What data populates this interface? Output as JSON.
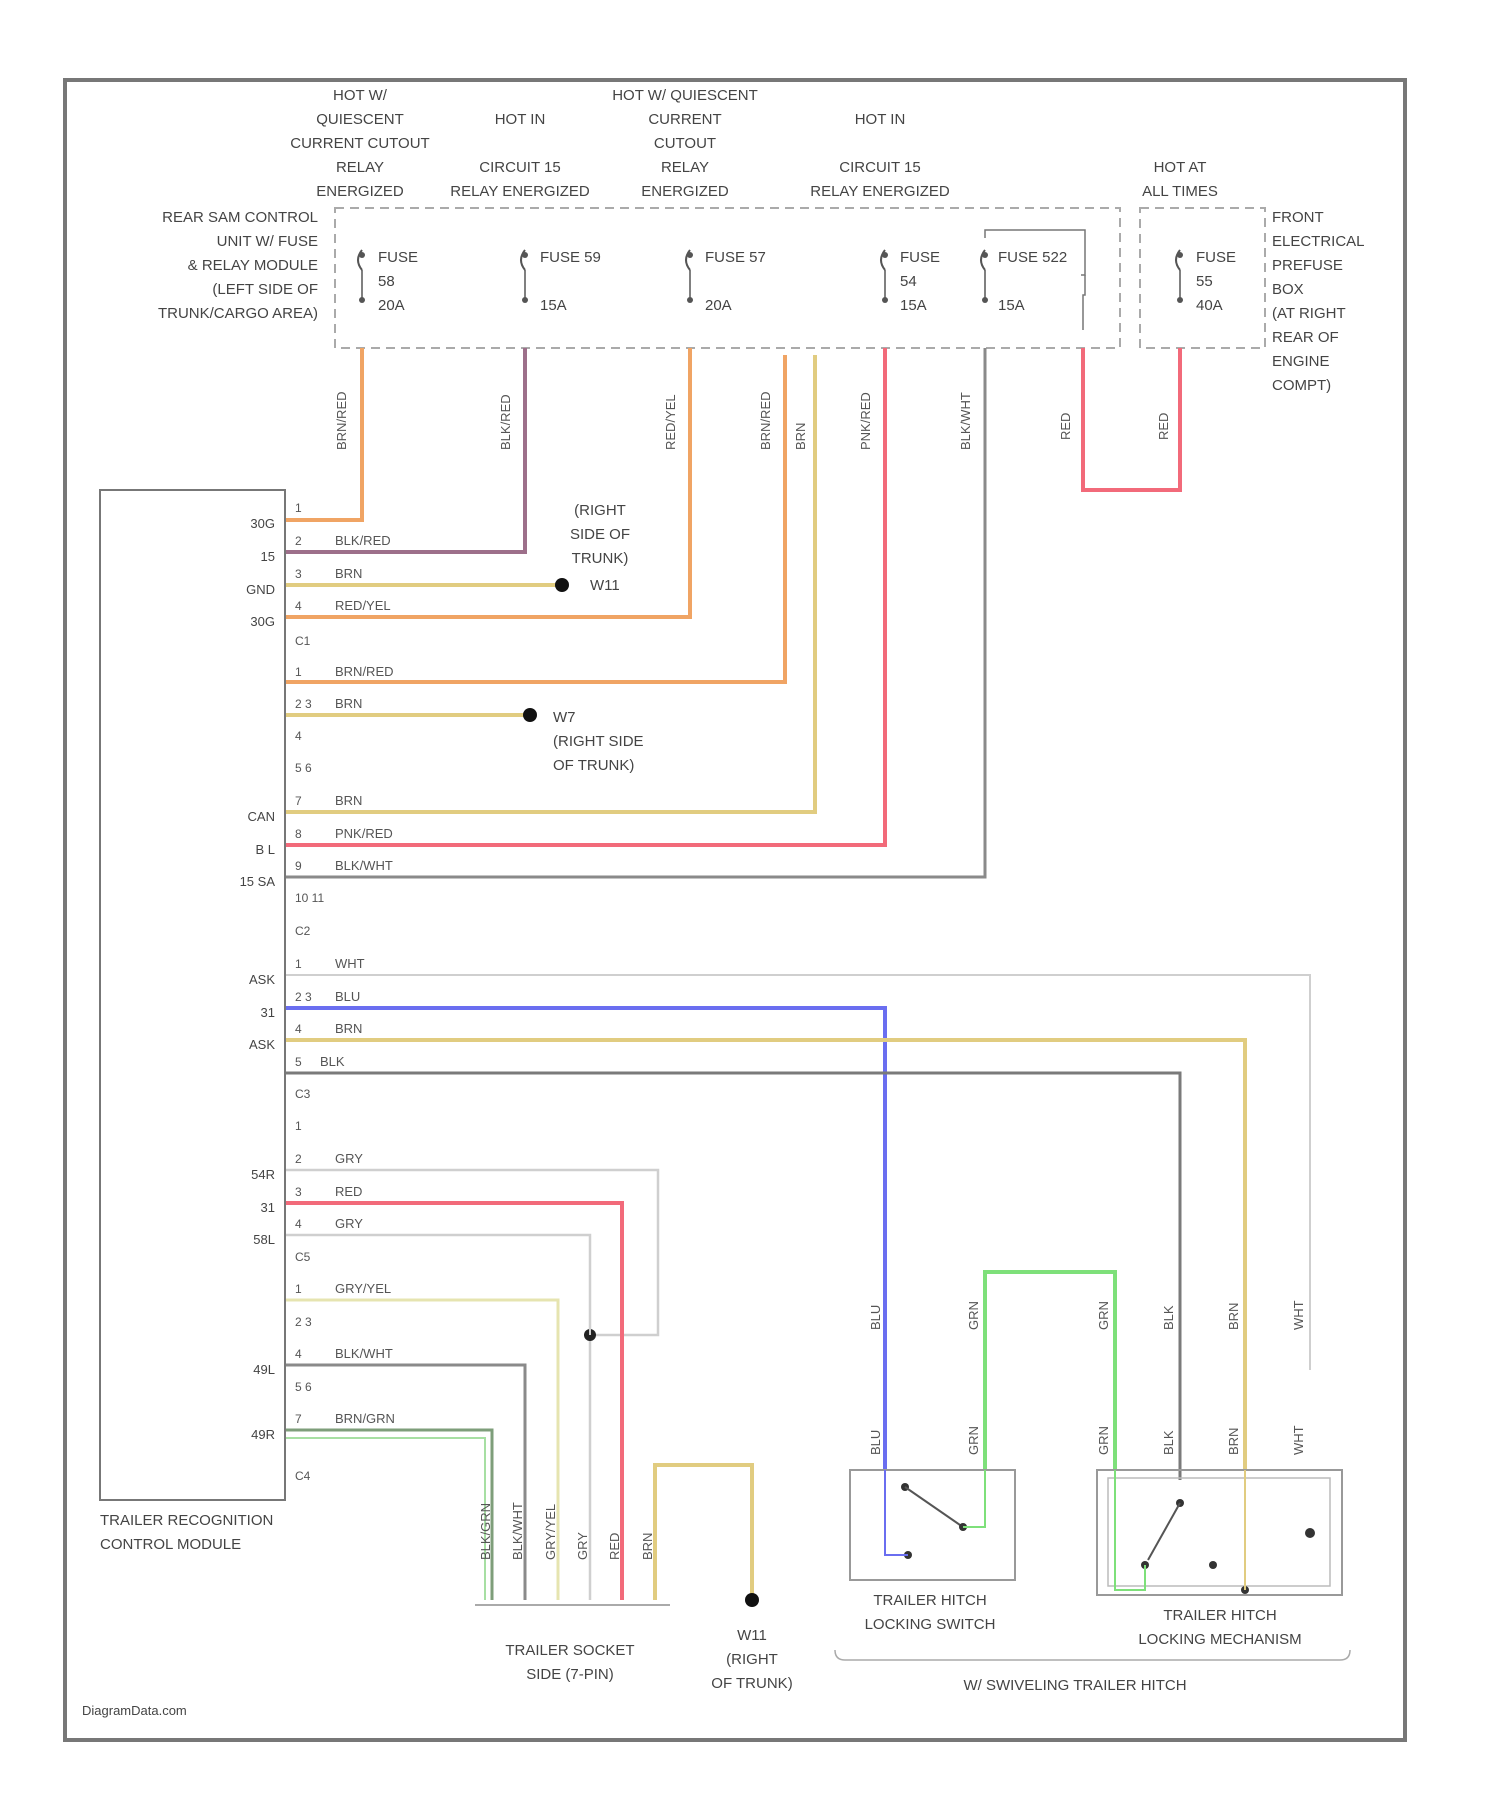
{
  "watermark": "DiagramData.com",
  "header_labels": {
    "hot_q_cutout_1": [
      "HOT W/",
      "QUIESCENT",
      "CURRENT CUTOUT",
      "RELAY",
      "ENERGIZED"
    ],
    "hot_in_15_a": [
      "HOT IN",
      "CIRCUIT 15",
      "RELAY ENERGIZED"
    ],
    "hot_q_cutout_2": [
      "HOT W/ QUIESCENT",
      "CURRENT",
      "CUTOUT",
      "RELAY",
      "ENERGIZED"
    ],
    "hot_in_15_b": [
      "HOT IN",
      "CIRCUIT 15",
      "RELAY ENERGIZED"
    ],
    "hot_at_all_times": [
      "HOT AT",
      "ALL TIMES"
    ]
  },
  "modules": {
    "rear_sam": [
      "REAR SAM CONTROL",
      "UNIT W/ FUSE",
      "& RELAY MODULE",
      "(LEFT SIDE OF",
      "TRUNK/CARGO AREA)"
    ],
    "front_box": [
      "FRONT",
      "ELECTRICAL",
      "PREFUSE",
      "BOX",
      "(AT RIGHT",
      "REAR OF",
      "ENGINE",
      "COMPT)"
    ],
    "trailer_module": [
      "TRAILER RECOGNITION",
      "CONTROL MODULE"
    ],
    "trailer_socket": [
      "TRAILER SOCKET",
      "SIDE (7-PIN)"
    ],
    "ground_w11": [
      "W11",
      "(RIGHT",
      "OF TRUNK)"
    ],
    "ground_w11_top": [
      "(RIGHT",
      "SIDE OF",
      "TRUNK)",
      "W11"
    ],
    "ground_w7": [
      "W7",
      "(RIGHT SIDE",
      "OF TRUNK)"
    ],
    "hitch_switch": [
      "TRAILER HITCH",
      "LOCKING SWITCH"
    ],
    "hitch_mech": [
      "TRAILER HITCH",
      "LOCKING MECHANISM"
    ],
    "hitch_group": "W/ SWIVELING TRAILER HITCH"
  },
  "fuses": [
    {
      "name": "FUSE",
      "num": "58",
      "amp": "20A"
    },
    {
      "name": "FUSE 59",
      "num": "",
      "amp": "15A"
    },
    {
      "name": "FUSE 57",
      "num": "",
      "amp": "20A"
    },
    {
      "name": "FUSE",
      "num": "54",
      "amp": "15A"
    },
    {
      "name": "FUSE 522",
      "num": "",
      "amp": "15A"
    },
    {
      "name": "FUSE",
      "num": "55",
      "amp": "40A"
    }
  ],
  "top_wire_colors": [
    "BRN/RED",
    "BLK/RED",
    "RED/YEL",
    "BRN/RED",
    "BRN",
    "PNK/RED",
    "BLK/WHT",
    "RED",
    "RED"
  ],
  "module_pins": {
    "c1": [
      {
        "n": "1",
        "sig": "30G",
        "wire": ""
      },
      {
        "n": "2",
        "sig": "15",
        "wire": "BLK/RED"
      },
      {
        "n": "3",
        "sig": "GND",
        "wire": "BRN"
      },
      {
        "n": "4",
        "sig": "30G",
        "wire": "RED/YEL"
      }
    ],
    "c1_label": "C1",
    "c2": [
      {
        "n": "1",
        "sig": "",
        "wire": "BRN/RED"
      },
      {
        "n": "2 3",
        "sig": "",
        "wire": "BRN"
      },
      {
        "n": "4",
        "sig": "",
        "wire": ""
      },
      {
        "n": "5 6",
        "sig": "",
        "wire": ""
      },
      {
        "n": "7",
        "sig": "CAN",
        "wire": "BRN"
      },
      {
        "n": "8",
        "sig": "B L",
        "wire": "PNK/RED"
      },
      {
        "n": "9",
        "sig": "15 SA",
        "wire": "BLK/WHT"
      },
      {
        "n": "10 11",
        "sig": "",
        "wire": ""
      }
    ],
    "c2_label": "C2",
    "c3": [
      {
        "n": "1",
        "sig": "ASK",
        "wire": "WHT"
      },
      {
        "n": "2 3",
        "sig": "31",
        "wire": "BLU"
      },
      {
        "n": "4",
        "sig": "ASK",
        "wire": "BRN"
      },
      {
        "n": "5",
        "sig": "",
        "wire": "BLK"
      }
    ],
    "c3_label": "C3",
    "c5": [
      {
        "n": "1",
        "sig": "",
        "wire": ""
      },
      {
        "n": "2",
        "sig": "54R",
        "wire": "GRY"
      },
      {
        "n": "3",
        "sig": "31",
        "wire": "RED"
      },
      {
        "n": "4",
        "sig": "58L",
        "wire": "GRY"
      }
    ],
    "c5_label": "C5",
    "c4": [
      {
        "n": "1",
        "sig": "",
        "wire": "GRY/YEL"
      },
      {
        "n": "2 3",
        "sig": "",
        "wire": ""
      },
      {
        "n": "4",
        "sig": "49L",
        "wire": "BLK/WHT"
      },
      {
        "n": "5 6",
        "sig": "",
        "wire": ""
      },
      {
        "n": "7",
        "sig": "49R",
        "wire": "BRN/GRN"
      }
    ],
    "c4_label": "C4"
  },
  "socket_wires": [
    "BLK/GRN",
    "BLK/WHT",
    "GRY/YEL",
    "GRY",
    "RED",
    "BRN"
  ],
  "hitch_wires_top": [
    "BLU",
    "GRN",
    "GRN",
    "BLK",
    "BRN",
    "WHT"
  ],
  "hitch_wires_bottom": [
    "BLU",
    "GRN",
    "GRN",
    "BLK",
    "BRN",
    "WHT"
  ],
  "colors": {
    "orange": "#f0a464",
    "purple": "#9d6f8a",
    "tan": "#e1cc80",
    "red": "#f26a7a",
    "gray": "#8a8a8a",
    "blue": "#6a6ef0",
    "green": "#7ee07a",
    "lightgray": "#cfcfcf"
  }
}
